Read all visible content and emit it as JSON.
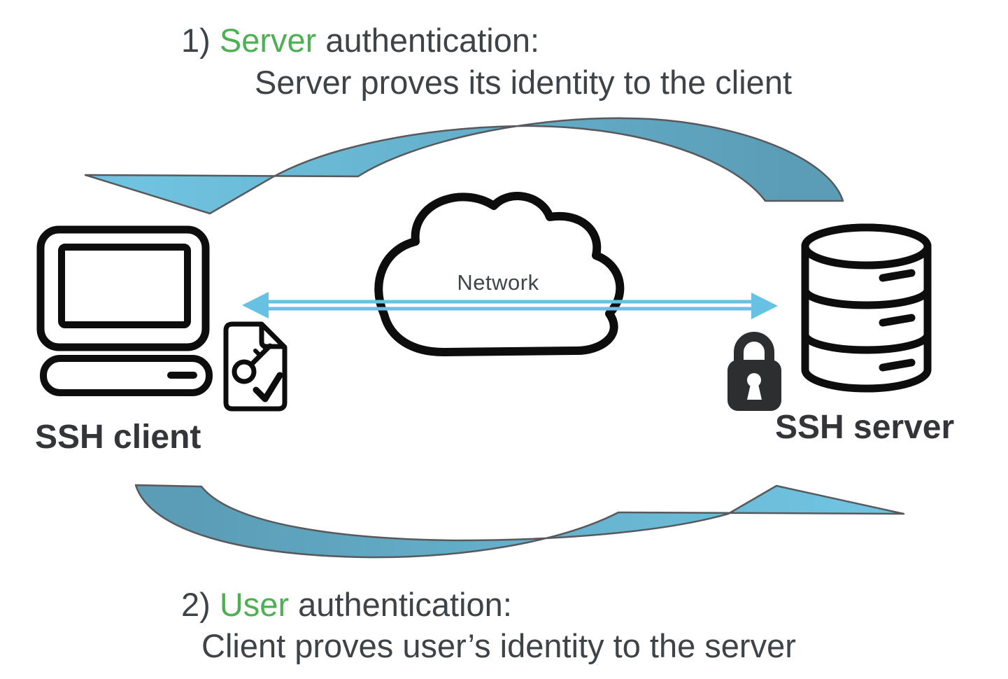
{
  "annotations": {
    "step1": {
      "number": "1) ",
      "highlight": "Server",
      "rest": " authentication:",
      "description": "Server proves its identity to the client"
    },
    "step2": {
      "number": "2) ",
      "highlight": "User",
      "rest": " authentication:",
      "description": "Client proves user’s identity to the server"
    }
  },
  "nodes": {
    "client": {
      "label": "SSH client",
      "icons": [
        "computer-icon",
        "key-document-icon"
      ]
    },
    "server": {
      "label": "SSH server",
      "icons": [
        "database-icon",
        "lock-icon"
      ]
    },
    "network": {
      "label": "Network",
      "icons": [
        "cloud-icon"
      ]
    }
  },
  "arrows": {
    "top": {
      "name": "top-swoosh-arrow",
      "direction": "server to client"
    },
    "bottom": {
      "name": "bottom-swoosh-arrow",
      "direction": "client to server"
    },
    "middle": {
      "name": "network-link-arrow",
      "direction": "bidirectional"
    }
  },
  "colors": {
    "background": "#ffffff",
    "highlight_green": "#4db153",
    "heading_text": "#3e4347",
    "label_text": "#333538",
    "network_text": "#3f464a",
    "swoosh_light": "#6fc3e0",
    "swoosh_dark": "#5b9db7",
    "swoosh_outline": "#58595c",
    "link_blue": "#67c1e2",
    "icon_outline": "#0d0d0d",
    "lock_fill": "#2d2e30"
  }
}
